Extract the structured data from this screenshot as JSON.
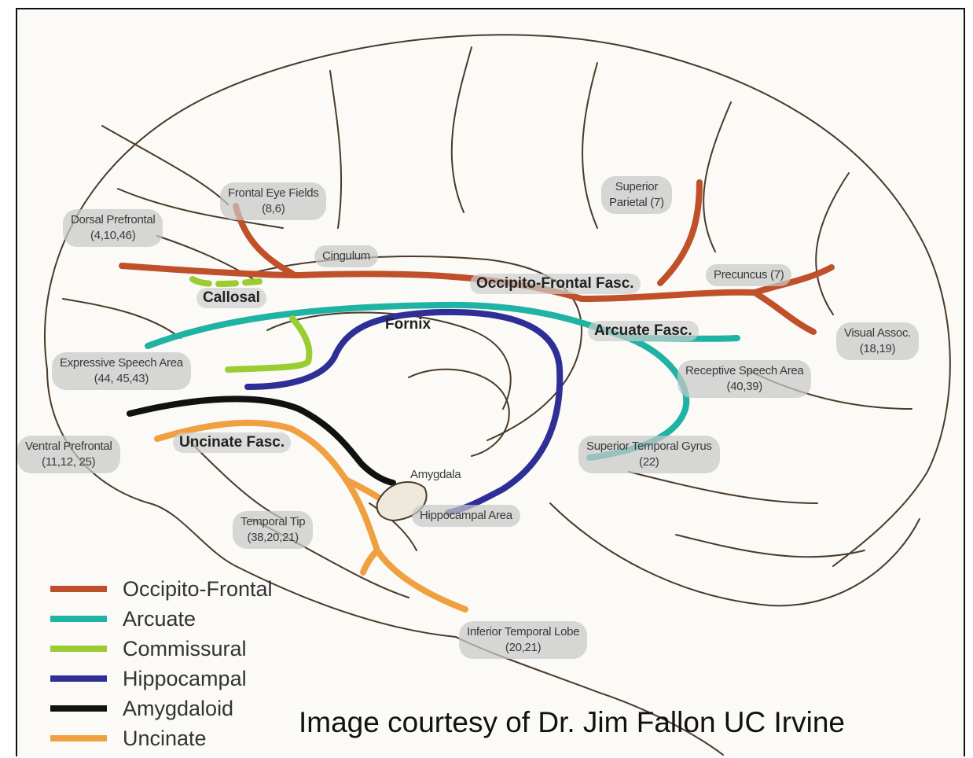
{
  "labels": {
    "dorsal_prefrontal": "Dorsal Prefrontal",
    "dorsal_prefrontal_areas": "(4,10,46)",
    "frontal_eye_fields": "Frontal Eye Fields",
    "frontal_eye_fields_areas": "(8,6)",
    "cingulum": "Cingulum",
    "superior_parietal": "Superior",
    "superior_parietal_2": "Parietal (7)",
    "precuncus": "Precuncus (7)",
    "occipito_frontal_fasc": "Occipito-Frontal Fasc.",
    "callosal": "Callosal",
    "fornix": "Fornix",
    "arcuate_fasc": "Arcuate Fasc.",
    "visual_assoc": "Visual Assoc.",
    "visual_assoc_areas": "(18,19)",
    "expressive_speech": "Expressive Speech Area",
    "expressive_speech_areas": "(44, 45,43)",
    "receptive_speech": "Receptive Speech Area",
    "receptive_speech_areas": "(40,39)",
    "ventral_prefrontal": "Ventral Prefrontal",
    "ventral_prefrontal_areas": "(11,12, 25)",
    "uncinate_fasc": "Uncinate Fasc.",
    "superior_temporal": "Superior  Temporal Gyrus",
    "superior_temporal_areas": "(22)",
    "amygdala": "Amygdala",
    "temporal_tip": "Temporal Tip",
    "temporal_tip_areas": "(38,20,21)",
    "hippocampal_area": "Hippocampal Area",
    "inferior_temporal": "Inferior Temporal Lobe",
    "inferior_temporal_areas": "(20,21)"
  },
  "legend": [
    {
      "label": "Occipito-Frontal",
      "color": "#c0502a"
    },
    {
      "label": "Arcuate",
      "color": "#1fb3a3"
    },
    {
      "label": "Commissural",
      "color": "#9acd32"
    },
    {
      "label": "Hippocampal",
      "color": "#2e2e96"
    },
    {
      "label": "Amygdaloid",
      "color": "#111111"
    },
    {
      "label": "Uncinate",
      "color": "#f0a040"
    }
  ],
  "credit": "Image courtesy of Dr. Jim Fallon UC Irvine"
}
